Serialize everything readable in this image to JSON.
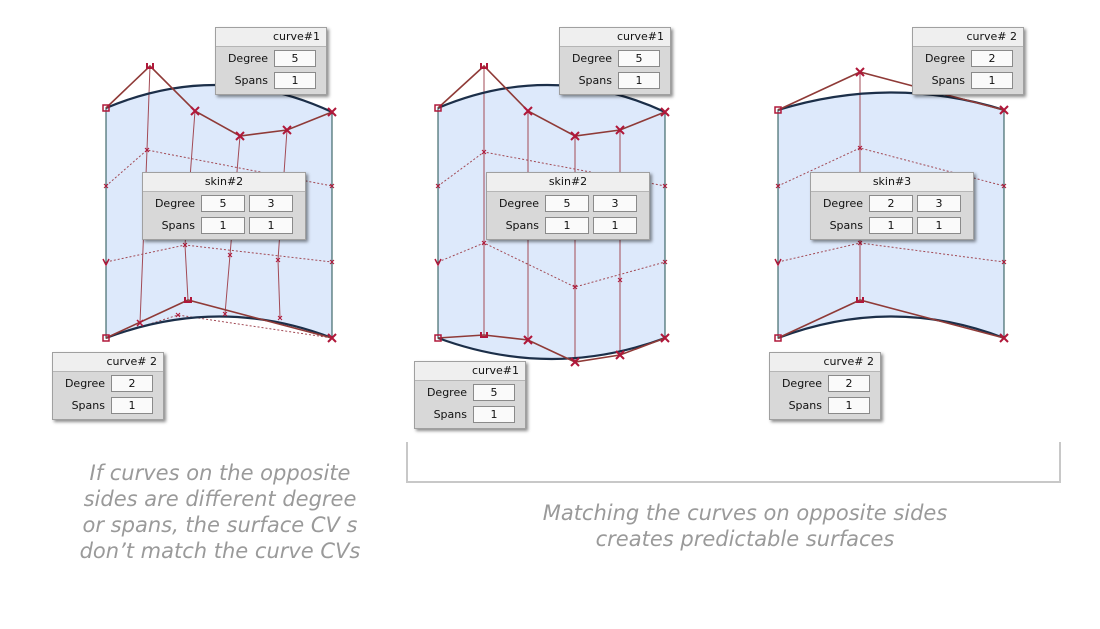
{
  "colors": {
    "surface_fill": "#dde9fb",
    "surface_border": "#1d4d4d",
    "edge_curve": "#1c2f49",
    "hull": "#8f3a37",
    "cv_marker": "#b0183a",
    "isoparm": "#a24a55"
  },
  "panels": {
    "left_top": {
      "title": "curve#1",
      "rows": [
        {
          "label": "Degree",
          "value": "5"
        },
        {
          "label": "Spans",
          "value": "1"
        }
      ]
    },
    "left_skin": {
      "title": "skin#2",
      "rows": [
        {
          "label": "Degree",
          "v1": "5",
          "v2": "3"
        },
        {
          "label": "Spans",
          "v1": "1",
          "v2": "1"
        }
      ]
    },
    "left_bottom": {
      "title": "curve# 2",
      "rows": [
        {
          "label": "Degree",
          "value": "2"
        },
        {
          "label": "Spans",
          "value": "1"
        }
      ]
    },
    "mid_top": {
      "title": "curve#1",
      "rows": [
        {
          "label": "Degree",
          "value": "5"
        },
        {
          "label": "Spans",
          "value": "1"
        }
      ]
    },
    "mid_skin": {
      "title": "skin#2",
      "rows": [
        {
          "label": "Degree",
          "v1": "5",
          "v2": "3"
        },
        {
          "label": "Spans",
          "v1": "1",
          "v2": "1"
        }
      ]
    },
    "mid_bottom": {
      "title": "curve#1",
      "rows": [
        {
          "label": "Degree",
          "value": "5"
        },
        {
          "label": "Spans",
          "value": "1"
        }
      ]
    },
    "right_top": {
      "title": "curve# 2",
      "rows": [
        {
          "label": "Degree",
          "value": "2"
        },
        {
          "label": "Spans",
          "value": "1"
        }
      ]
    },
    "right_skin": {
      "title": "skin#3",
      "rows": [
        {
          "label": "Degree",
          "v1": "2",
          "v2": "3"
        },
        {
          "label": "Spans",
          "v1": "1",
          "v2": "1"
        }
      ]
    },
    "right_bottom": {
      "title": "curve# 2",
      "rows": [
        {
          "label": "Degree",
          "value": "2"
        },
        {
          "label": "Spans",
          "value": "1"
        }
      ]
    }
  },
  "captions": {
    "left": [
      "If curves on the opposite",
      "sides are different degree",
      "or spans, the surface CV s",
      "don’t match the curve CVs"
    ],
    "right": [
      "Matching the curves on opposite sides",
      "creates predictable surfaces"
    ]
  }
}
